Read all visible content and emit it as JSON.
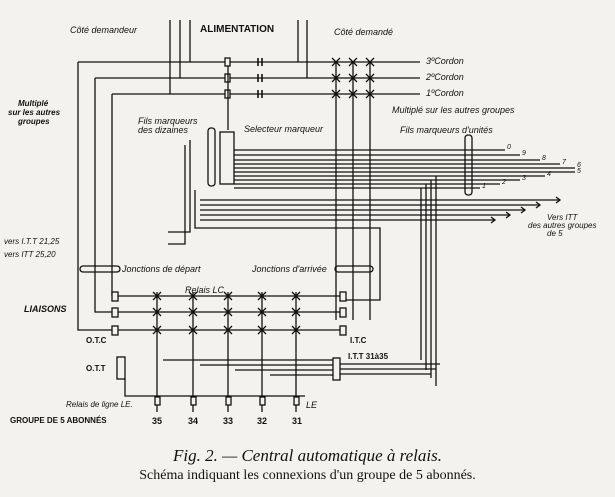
{
  "figure": {
    "caption_title": "Fig. 2. — Central automatique à relais.",
    "caption_subtitle": "Schéma indiquant les connexions d'un groupe de 5 abonnés."
  },
  "labels": {
    "cote_demandeur": "Côté demandeur",
    "alimentation": "ALIMENTATION",
    "cote_demande": "Côté demandé",
    "cordon_3": "3ºCordon",
    "cordon_2": "2ºCordon",
    "cordon_1": "1ºCordon",
    "multiple_left_1": "Multiplé",
    "multiple_left_2": "sur les autres",
    "multiple_left_3": "groupes",
    "multiple_right": "Multiplé sur les autres groupes",
    "fils_dizaines_1": "Fils marqueurs",
    "fils_dizaines_2": "des dizaines",
    "selecteur": "Selecteur marqueur",
    "fils_unites": "Fils marqueurs d'unités",
    "vers_itt_1": "Vers ITT",
    "vers_itt_2": "des autres groupes",
    "vers_itt_3": "de 5",
    "vers_itt_2125": "vers I.T.T 21,25",
    "vers_itt_2520": "vers ITT 25,20",
    "jonctions_depart": "Jonctions de départ",
    "jonctions_arrivee": "Jonctions d'arrivée",
    "relais_lc": "Relais LC",
    "liaisons": "LIAISONS",
    "otc": "O.T.C",
    "itc": "I.T.C",
    "ott": "O.T.T",
    "itt_3135": "I.T.T 31à35",
    "relais_ligne": "Relais de ligne  LE.",
    "le": "LE",
    "groupe": "GROUPE DE 5 ABONNÉS"
  },
  "unit_digits": [
    "0",
    "9",
    "8",
    "7",
    "6",
    "5",
    "4",
    "3",
    "2",
    "1"
  ],
  "subscribers": [
    "35",
    "34",
    "33",
    "32",
    "31"
  ]
}
